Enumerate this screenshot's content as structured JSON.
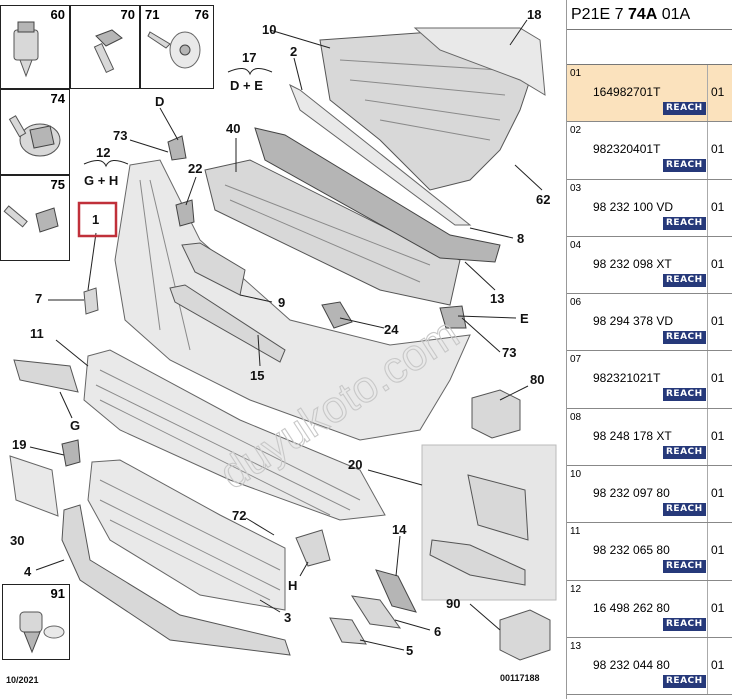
{
  "header": {
    "prefix": "P21E 7",
    "model": "74A",
    "suffix": "01A"
  },
  "insets": {
    "i60": "60",
    "i70": "70",
    "i71": "71",
    "i76": "76",
    "i74": "74",
    "i75": "75",
    "i91": "91"
  },
  "callouts": {
    "c18": "18",
    "c10": "10",
    "c2": "2",
    "c17": "17",
    "c17sub": "D + E",
    "cD": "D",
    "c73a": "73",
    "c12": "12",
    "c12sub": "G + H",
    "c40": "40",
    "c22": "22",
    "c62": "62",
    "c8": "8",
    "c1": "1",
    "c7": "7",
    "c9": "9",
    "c13": "13",
    "cE": "E",
    "c24": "24",
    "c73b": "73",
    "c11": "11",
    "c15": "15",
    "c80": "80",
    "cG": "G",
    "c19": "19",
    "c20": "20",
    "c30": "30",
    "c72": "72",
    "c14": "14",
    "c4": "4",
    "cH": "H",
    "c3": "3",
    "c6": "6",
    "c90": "90",
    "c5": "5"
  },
  "footer": {
    "date": "10/2021",
    "diagram_id": "00117188"
  },
  "watermark": "duyukoto.com",
  "badge_text": "REACH",
  "parts": [
    {
      "index": "01",
      "reference": "164982701T",
      "qty": "01",
      "selected": true
    },
    {
      "index": "02",
      "reference": "982320401T",
      "qty": "01",
      "selected": false
    },
    {
      "index": "03",
      "reference": "98 232 100 VD",
      "qty": "01",
      "selected": false
    },
    {
      "index": "04",
      "reference": "98 232 098 XT",
      "qty": "01",
      "selected": false
    },
    {
      "index": "06",
      "reference": "98 294 378 VD",
      "qty": "01",
      "selected": false
    },
    {
      "index": "07",
      "reference": "982321021T",
      "qty": "01",
      "selected": false
    },
    {
      "index": "08",
      "reference": "98 248 178 XT",
      "qty": "01",
      "selected": false
    },
    {
      "index": "10",
      "reference": "98 232 097 80",
      "qty": "01",
      "selected": false
    },
    {
      "index": "11",
      "reference": "98 232 065 80",
      "qty": "01",
      "selected": false
    },
    {
      "index": "12",
      "reference": "16 498 262 80",
      "qty": "01",
      "selected": false
    },
    {
      "index": "13",
      "reference": "98 232 044 80",
      "qty": "01",
      "selected": false
    }
  ],
  "colors": {
    "selected_row": "#fbe2bd",
    "badge": "#26397a",
    "highlight_box": "#c0303a"
  }
}
